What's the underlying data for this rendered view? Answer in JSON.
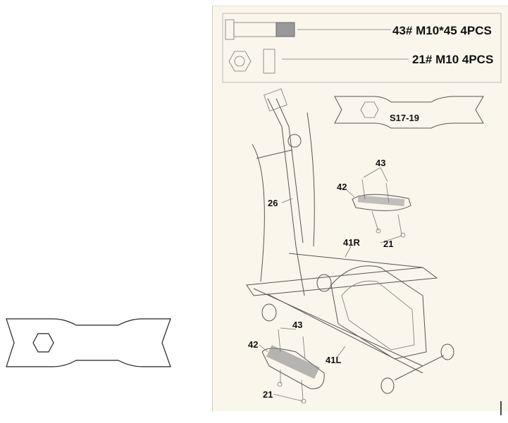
{
  "hardware": {
    "bolt_label": "43# M10*45 4PCS",
    "nut_label": "21# M10 4PCS"
  },
  "wrench_label": "S17-19",
  "callouts": {
    "right_bolt": "43",
    "right_pedal": "42",
    "upright": "26",
    "right_pedal_arm": "41R",
    "right_nut": "21",
    "left_bolt": "43",
    "left_pedal": "42",
    "left_pedal_arm": "41L",
    "left_nut": "21"
  }
}
